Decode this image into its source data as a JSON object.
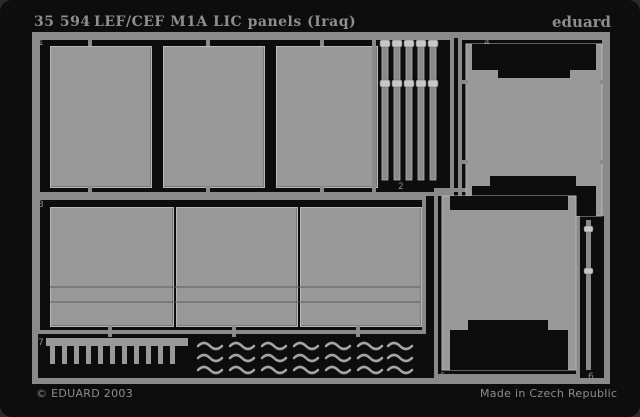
{
  "sheet": {
    "code": "35 594",
    "title": "LEF/CEF M1A LIC panels (Iraq)",
    "brand": "eduard",
    "copyright": "© EDUARD 2003",
    "origin": "Made in Czech Republic"
  },
  "part_numbers": [
    "1",
    "2",
    "3",
    "4",
    "5",
    "6",
    "7"
  ],
  "colors": {
    "fret_background": "#0d0d0d",
    "metal": "#999999",
    "frame": "#8a8a8a",
    "text": "#8e8e8e"
  }
}
